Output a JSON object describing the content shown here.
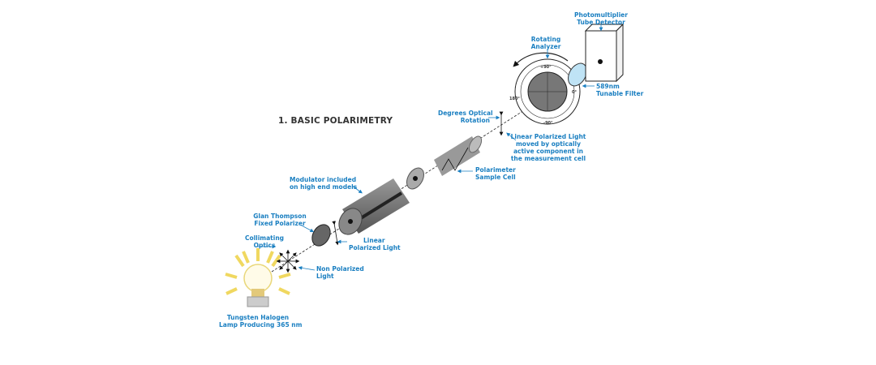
{
  "title": "1. BASIC POLARIMETRY",
  "labels": {
    "lamp": [
      "Tungsten Halogen",
      "Lamp Producing 365 nm"
    ],
    "collimating": [
      "Collimating",
      "Optics"
    ],
    "polarizer": [
      "Glan Thompson",
      "Fixed Polarizer"
    ],
    "linear": [
      "Linear",
      "Polarized Light"
    ],
    "nonpolarized": [
      "Non Polarized",
      "Light"
    ],
    "modulator": [
      "Modulator included",
      "on high end models"
    ],
    "sample_cell": [
      "Polarimeter",
      "Sample Cell"
    ],
    "degrees": [
      "Degrees Optical",
      "Rotation"
    ],
    "moved": [
      "Linear Polarized Light",
      "moved by optically",
      "active component in",
      "the measurement cell"
    ],
    "analyzer": [
      "Rotating",
      "Analyzer"
    ],
    "detector": [
      "Photomultiplier",
      "Tube Detector"
    ],
    "filter": [
      "589nm",
      "Tunable Filter"
    ]
  },
  "angles": {
    "plus90": "+90°",
    "zero": "0°",
    "d180": "180°",
    "minus90": "-90°"
  },
  "colors": {
    "label": "#1a7fc1",
    "title": "#333333",
    "bulb_rays": "#f5e27a",
    "filter": "#bfe3f5"
  }
}
